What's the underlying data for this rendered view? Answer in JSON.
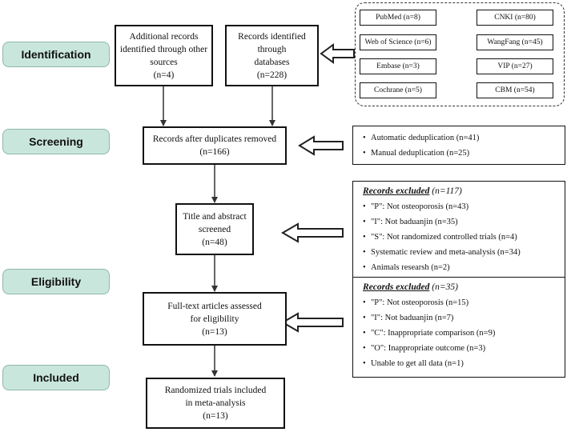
{
  "stages": {
    "identification": "Identification",
    "screening": "Screening",
    "eligibility": "Eligibility",
    "included": "Included"
  },
  "boxes": {
    "additional": {
      "line1": "Additional records",
      "line2": "identified through other",
      "line3": "sources",
      "line4": "(n=4)"
    },
    "databases": {
      "line1": "Records identified",
      "line2": "through",
      "line3": "databases",
      "line4": "(n=228)"
    },
    "duplicates": {
      "line1": "Records after duplicates removed",
      "line2": "(n=166)"
    },
    "screened": {
      "line1": "Title and abstract",
      "line2": "screened",
      "line3": "(n=48)"
    },
    "fulltext": {
      "line1": "Full-text articles assessed",
      "line2": "for eligibility",
      "line3": "(n=13)"
    },
    "included": {
      "line1": "Randomized trials included",
      "line2": "in meta-analysis",
      "line3": "(n=13)"
    }
  },
  "sources": [
    "PubMed (n=8)",
    "CNKI (n=80)",
    "Web of Science (n=6)",
    "WangFang (n=45)",
    "Embase (n=3)",
    "VIP (n=27)",
    "Cochrane (n=5)",
    "CBM (n=54)"
  ],
  "dedup": [
    "Automatic deduplication (n=41)",
    "Manual deduplication (n=25)"
  ],
  "excluded1": {
    "title": "Records excluded",
    "count": "(n=117)",
    "items": [
      "\"P\": Not osteoporosis (n=43)",
      "\"I\": Not baduanjin (n=35)",
      "\"S\": Not randomized controlled trials (n=4)",
      "Systematic review and meta-analysis (n=34)",
      "Animals researsh (n=2)"
    ]
  },
  "excluded2": {
    "title": "Records excluded",
    "count": "(n=35)",
    "items": [
      "\"P\": Not osteoporosis (n=15)",
      "\"I\": Not baduanjin (n=7)",
      "\"C\": Inappropriate comparison (n=9)",
      "\"O\": Inappropriate outcome (n=3)",
      "Unable to get all data (n=1)"
    ]
  }
}
